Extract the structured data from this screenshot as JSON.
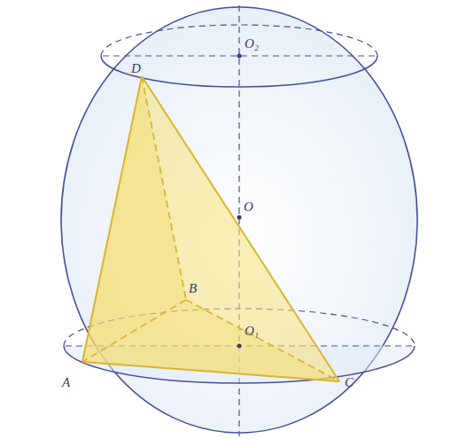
{
  "diagram": {
    "labels": [
      "D",
      "O₂",
      "O",
      "B",
      "O₁",
      "A",
      "C"
    ]
  }
}
